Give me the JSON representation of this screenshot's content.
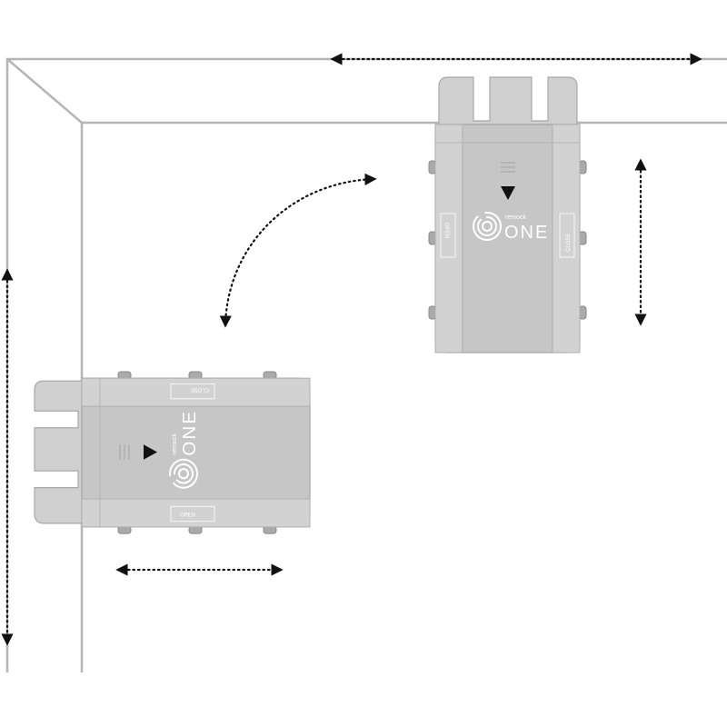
{
  "device": {
    "brand": "remock",
    "model": "ONE",
    "label_open": "OPEN",
    "label_close": "CLOSE",
    "body_color": "#c6c6c6",
    "rail_color": "#d2d2d2"
  },
  "icons": [
    "fingerprint-logo-icon",
    "arrow-triangle-icon",
    "vent-lines-icon",
    "double-arrow-icon",
    "curved-arrow-icon"
  ]
}
